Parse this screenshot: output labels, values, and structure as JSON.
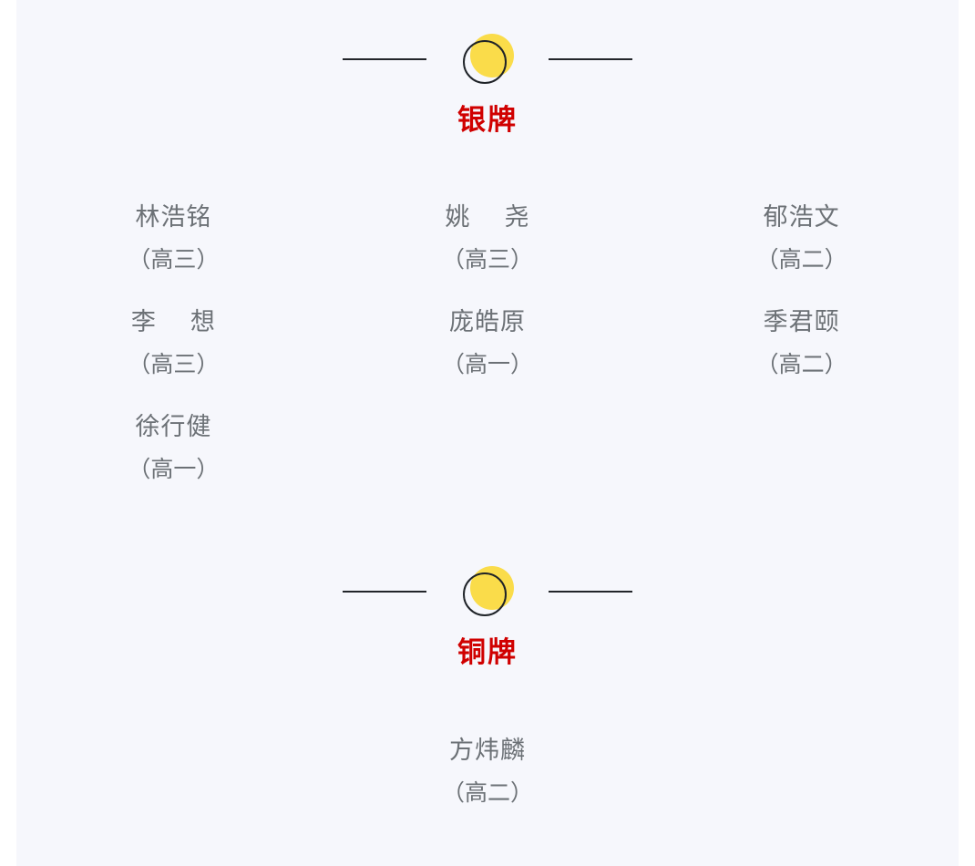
{
  "page": {
    "background_color": "#f6f7fc",
    "gutter_color": "#ffffff"
  },
  "theme": {
    "medal_yellow": "#fadc4a",
    "ring_black": "#1f2328",
    "rule_black": "#22252a",
    "title_red": "#d00000",
    "name_gray": "#6c7176"
  },
  "sections": [
    {
      "id": "silver",
      "title": "银牌",
      "badge_icon": "medal-icon",
      "columns": [
        {
          "winners": [
            {
              "name": "林浩铭",
              "grade": "（高三）",
              "spaced": false
            },
            {
              "name": "李  想",
              "grade": "（高三）",
              "spaced": true
            },
            {
              "name": "徐行健",
              "grade": "（高一）",
              "spaced": false
            }
          ]
        },
        {
          "winners": [
            {
              "name": "姚  尧",
              "grade": "（高三）",
              "spaced": true
            },
            {
              "name": "庞皓原",
              "grade": "（高一）",
              "spaced": false
            }
          ]
        },
        {
          "winners": [
            {
              "name": "郁浩文",
              "grade": "（高二）",
              "spaced": false
            },
            {
              "name": "季君颐",
              "grade": "（高二）",
              "spaced": false
            }
          ]
        }
      ]
    },
    {
      "id": "bronze",
      "title": "铜牌",
      "badge_icon": "medal-icon",
      "columns": [
        {
          "winners": []
        },
        {
          "winners": [
            {
              "name": "方炜麟",
              "grade": "（高二）",
              "spaced": false
            }
          ]
        },
        {
          "winners": []
        }
      ]
    }
  ]
}
